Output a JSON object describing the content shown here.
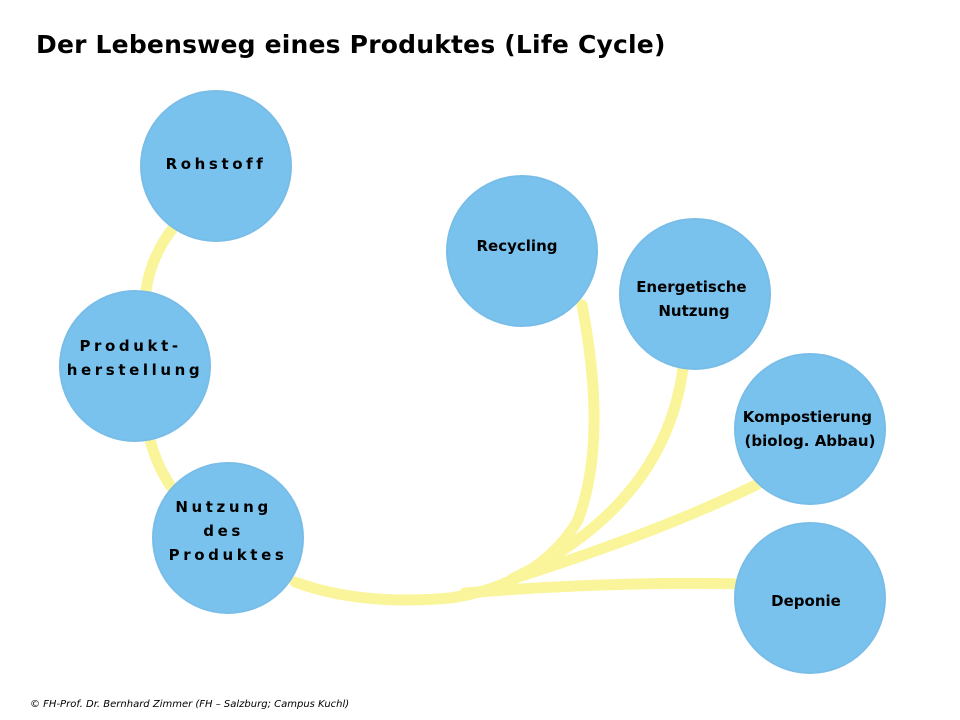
{
  "title": "Der Lebensweg eines Produktes (Life Cycle)",
  "nodes": {
    "rohstoff": {
      "lines": [
        "Rohstoff"
      ]
    },
    "produktherstellung": {
      "lines": [
        "Produkt-",
        "herstellung"
      ]
    },
    "nutzung": {
      "lines": [
        "Nutzung",
        "des",
        "Produktes"
      ]
    },
    "recycling": {
      "lines": [
        "Recycling"
      ]
    },
    "energetische": {
      "lines": [
        "Energetische",
        "Nutzung"
      ]
    },
    "kompostierung": {
      "lines": [
        "Kompostierung",
        "(biolog. Abbau)"
      ]
    },
    "deponie": {
      "lines": [
        "Deponie"
      ]
    }
  },
  "colors": {
    "circle_fill": "#7ac2ee",
    "circle_stroke": "#78bde8",
    "connector": "#faf59a"
  },
  "footer": "© FH-Prof. Dr. Bernhard Zimmer (FH – Salzburg; Campus Kuchl)"
}
